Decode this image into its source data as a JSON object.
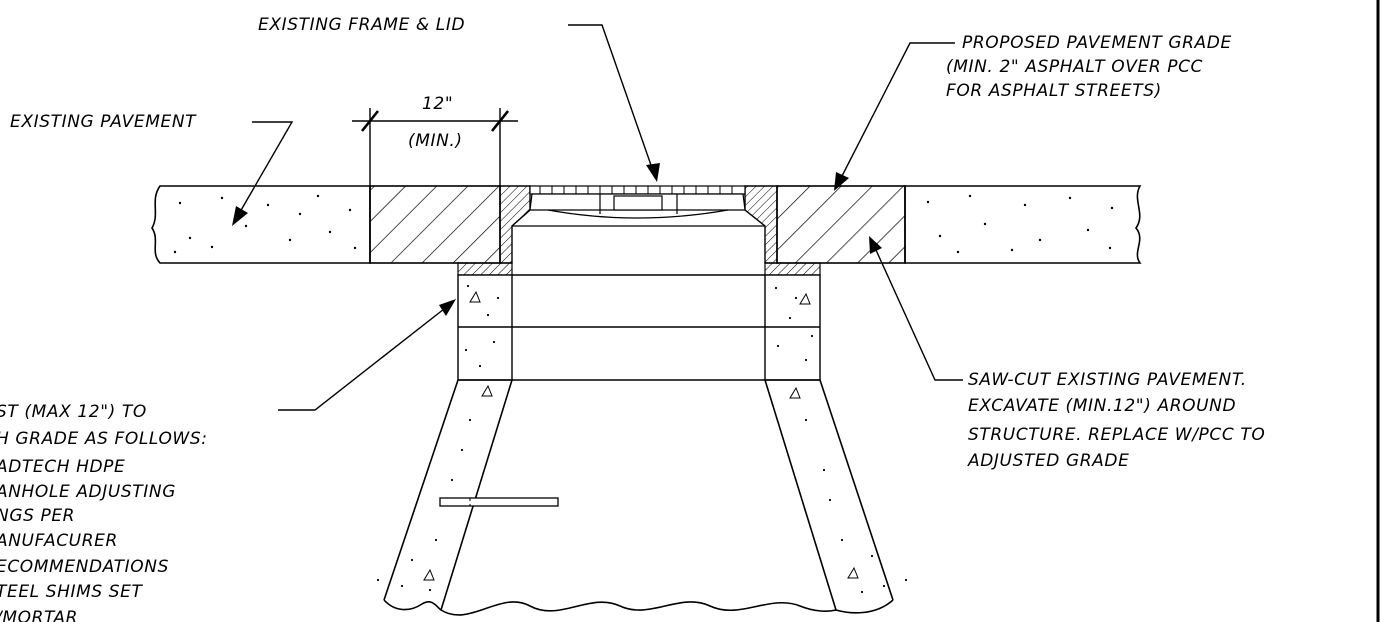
{
  "labels": {
    "existing_frame_lid": "EXISTING FRAME & LID",
    "existing_pavement": "EXISTING PAVEMENT",
    "dimension_value": "12\"",
    "dimension_min": "(MIN.)",
    "proposed_grade": [
      "PROPOSED PAVEMENT GRADE",
      "(MIN. 2\" ASPHALT OVER PCC",
      "FOR ASPHALT STREETS)"
    ],
    "saw_cut_note": [
      "SAW-CUT EXISTING PAVEMENT.",
      "EXCAVATE (MIN.12\") AROUND",
      "STRUCTURE. REPLACE W/PCC TO",
      "ADJUSTED GRADE"
    ],
    "adjust_note": [
      "ST (MAX 12\") TO",
      "H GRADE AS FOLLOWS:",
      "ADTECH HDPE",
      "ANHOLE ADJUSTING",
      "NGS PER",
      "ANUFACURER",
      "ECOMMENDATIONS",
      "TEEL SHIMS SET",
      "/MORTAR"
    ]
  }
}
